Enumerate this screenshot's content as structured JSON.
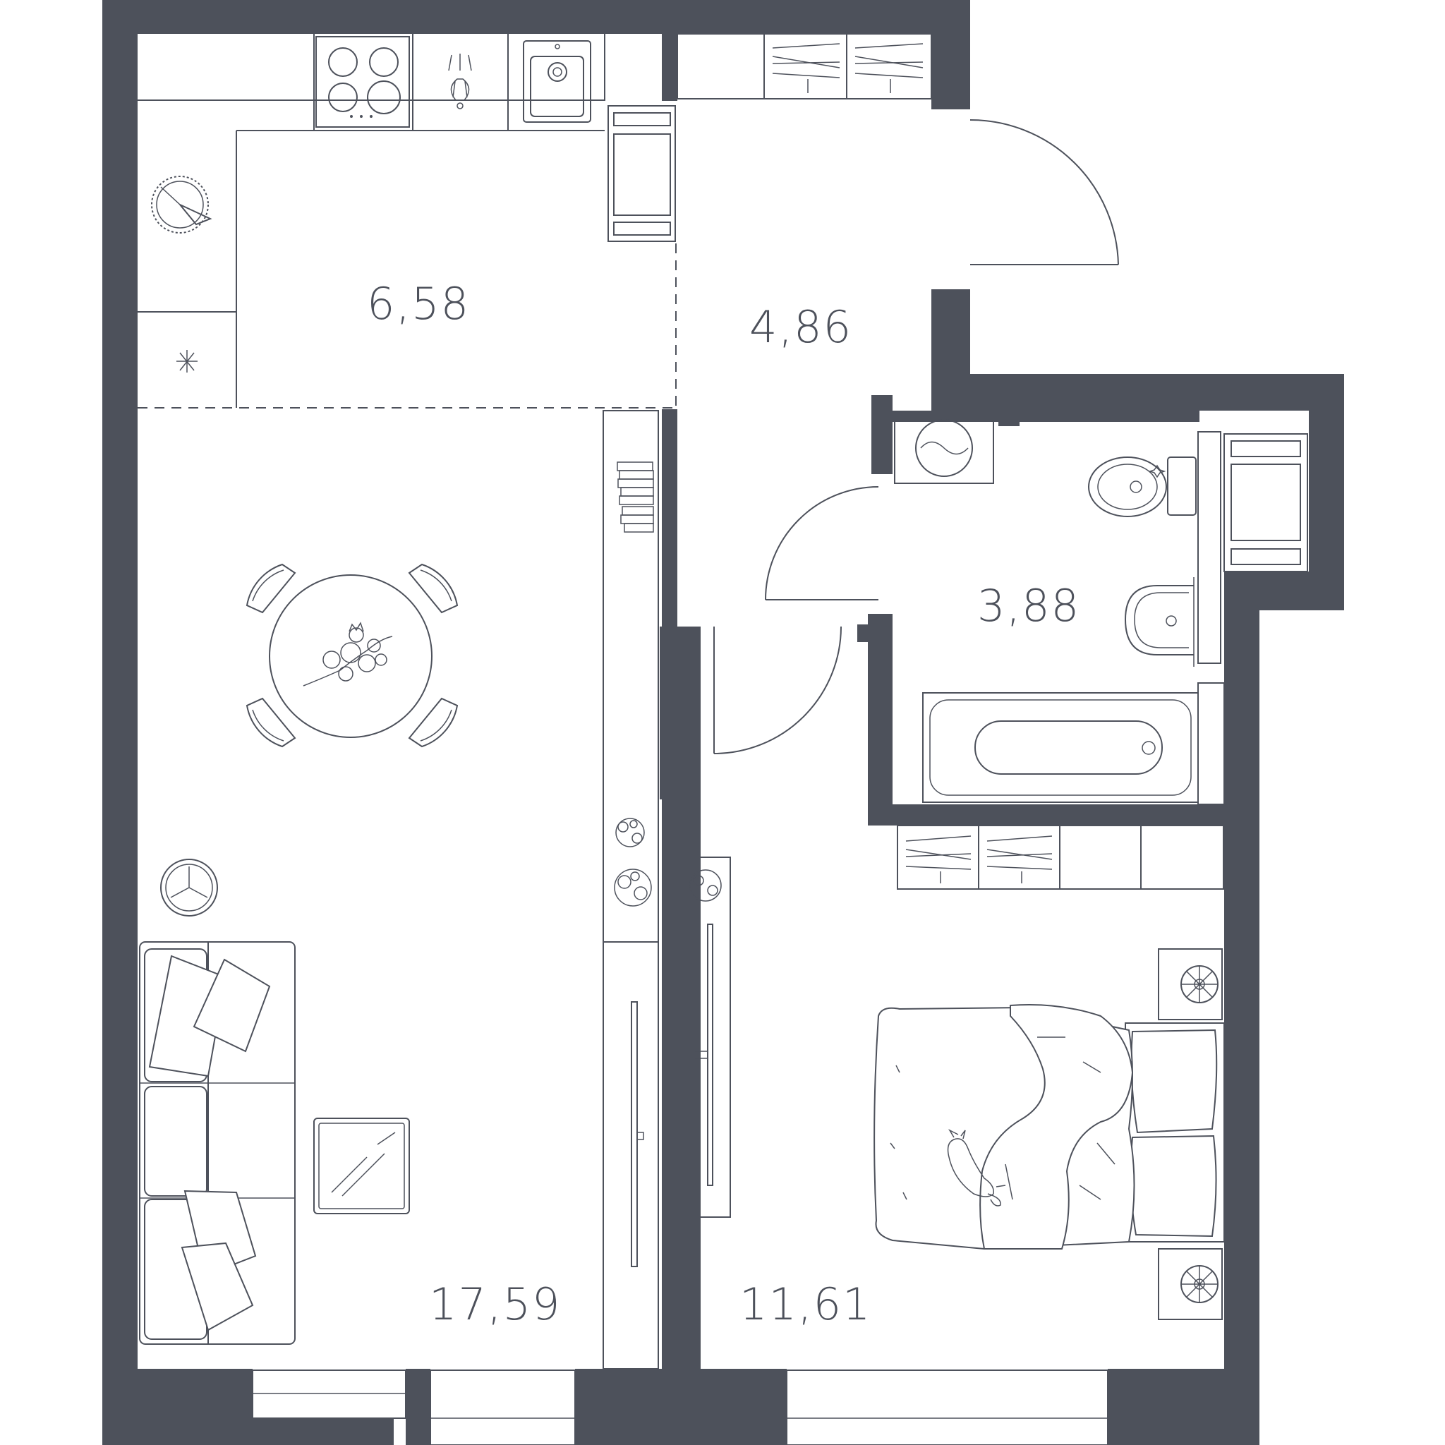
{
  "rooms": {
    "kitchen": {
      "area": "6,58"
    },
    "hallway": {
      "area": "4,86"
    },
    "bathroom": {
      "area": "3,88"
    },
    "living_room": {
      "area": "17,59"
    },
    "bedroom": {
      "area": "11,61"
    }
  },
  "icons": {
    "stove": "stove-icon",
    "sink": "sink-icon",
    "cake": "cake-icon",
    "washing_machine": "washing-machine-icon",
    "toilet": "toilet-icon",
    "bathtub": "bathtub-icon",
    "sofa": "sofa-icon",
    "bed": "bed-icon",
    "dining_table": "dining-table-icon",
    "cat": "cat-icon"
  },
  "colors": {
    "wall": "#4d515b",
    "background": "#ffffff"
  }
}
